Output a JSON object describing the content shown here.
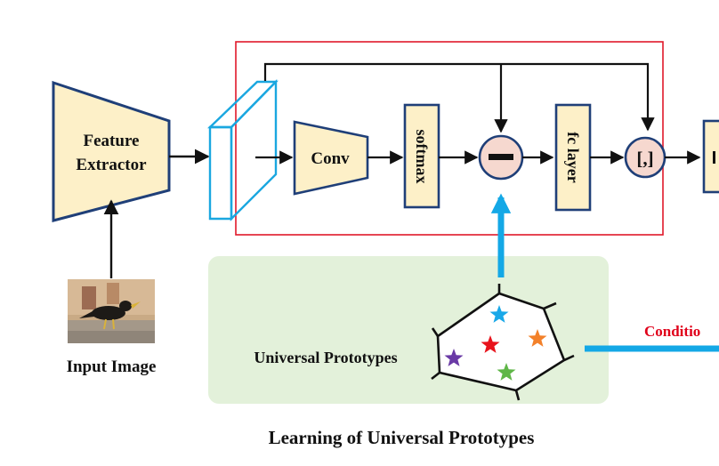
{
  "colors": {
    "module_fill": "#fdf0c8",
    "module_stroke": "#1f3f78",
    "feature_map_stroke": "#1aa7e0",
    "highlight_box": "#e0182a",
    "panel_fill": "#e3f1da",
    "arrow_black": "#111111",
    "arrow_blue": "#14a8e6",
    "minus_circle_fill": "#f6d8cf",
    "condition_text": "#e0001a"
  },
  "labels": {
    "feature_extractor_line1": "Feature",
    "feature_extractor_line2": "Extractor",
    "conv": "Conv",
    "softmax": "softmax",
    "minus_symbol": "−",
    "fc_layer": "fc layer",
    "concat": "[,]",
    "input_image": "Input Image",
    "universal_prototypes": "Universal Prototypes",
    "panel_title": "Learning of Universal Prototypes",
    "condition_partial": "Conditio"
  },
  "icons": {
    "input_image": "bird-photo",
    "prototype_marks": "star-icons"
  },
  "prototype_stars": [
    {
      "name": "star-blue",
      "color": "#19a8e8"
    },
    {
      "name": "star-red",
      "color": "#e8131c"
    },
    {
      "name": "star-orange",
      "color": "#f3812a"
    },
    {
      "name": "star-purple",
      "color": "#6a3aa6"
    },
    {
      "name": "star-green",
      "color": "#5fb648"
    }
  ]
}
